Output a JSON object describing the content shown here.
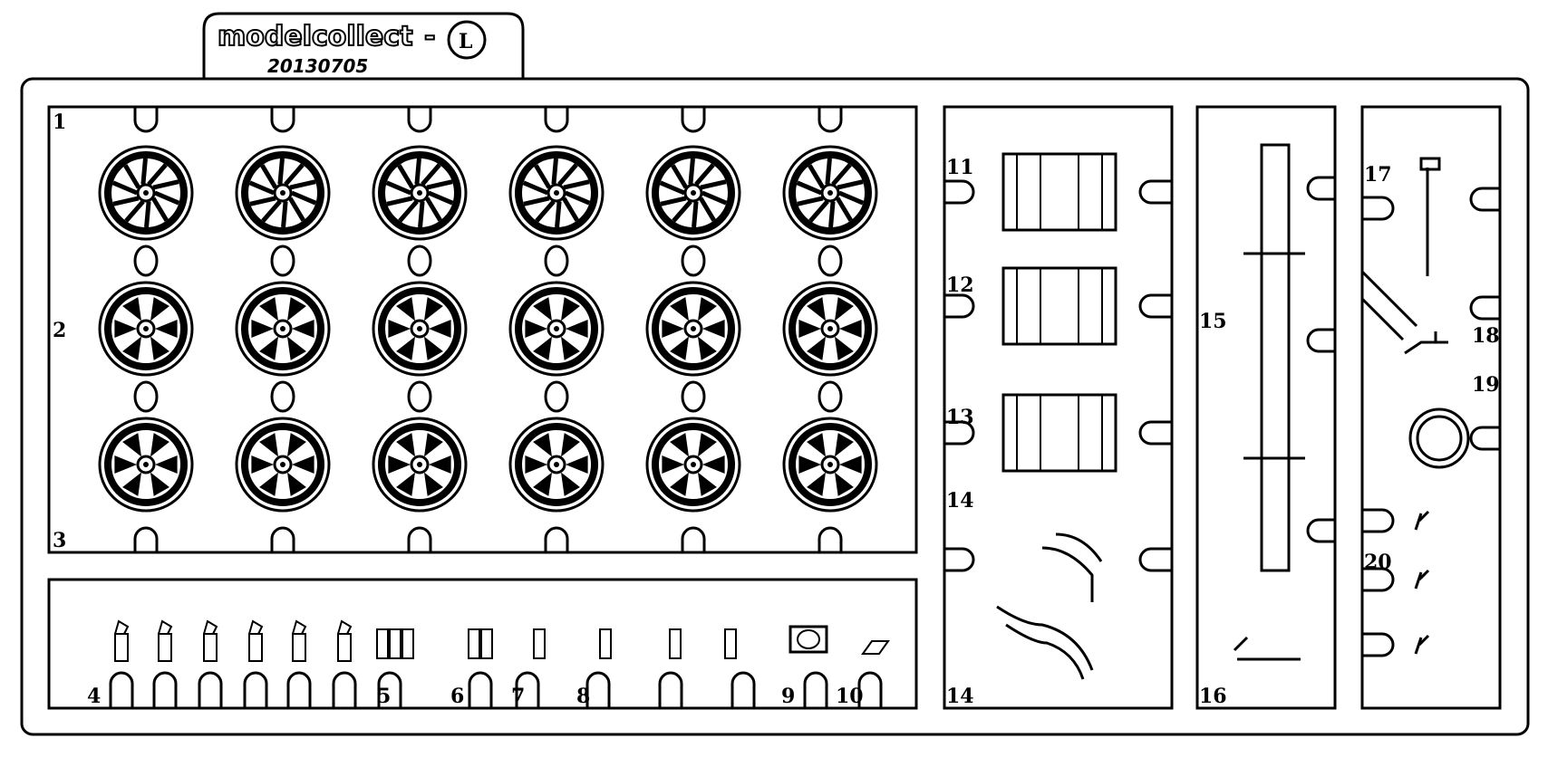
{
  "header": {
    "brand": "modelcollect",
    "separator": "-",
    "sprue_letter": "L",
    "date_code": "20130705"
  },
  "part_numbers": {
    "p1": "1",
    "p2": "2",
    "p3": "3",
    "p4": "4",
    "p5": "5",
    "p6": "6",
    "p7": "7",
    "p8": "8",
    "p9": "9",
    "p10": "10",
    "p11": "11",
    "p12": "12",
    "p13": "13",
    "p14a": "14",
    "p14b": "14",
    "p15": "15",
    "p16": "16",
    "p17": "17",
    "p18": "18",
    "p19": "19",
    "p20": "20"
  },
  "wheels": {
    "columns": 6,
    "rows": [
      {
        "part": "1",
        "style": "spoke"
      },
      {
        "part": "2",
        "style": "fan"
      },
      {
        "part": "3",
        "style": "fan-slot"
      }
    ]
  },
  "colors": {
    "line": "#000000",
    "background": "#ffffff"
  }
}
